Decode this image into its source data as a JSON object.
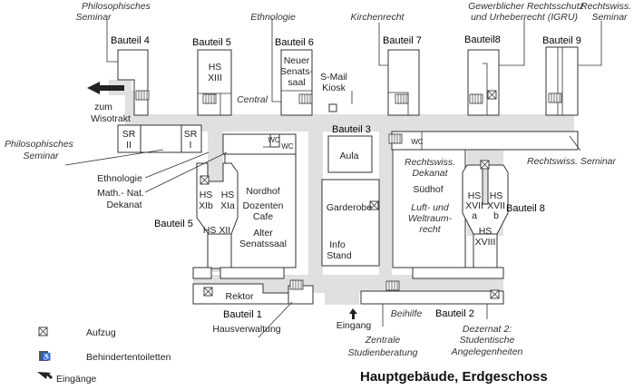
{
  "title": "Hauptgebäude, Erdgeschoss",
  "buildings": {
    "b1": "Bauteil 1",
    "b2": "Bauteil 2",
    "b3": "Bauteil 3",
    "b4": "Bauteil 4",
    "b5": "Bauteil 5",
    "b5b": "Bauteil 5",
    "b6": "Bauteil 6",
    "b7": "Bauteil 7",
    "b8": "Bauteil8",
    "b8b": "Bauteil 8",
    "b9": "Bauteil 9"
  },
  "rooms": {
    "hs13a": "HS",
    "hs13b": "XIII",
    "neuer1": "Neuer",
    "neuer2": "Senats-",
    "neuer3": "saal",
    "smail1": "S-Mail",
    "smail2": "Kiosk",
    "sr2a": "SR",
    "sr2b": "II",
    "sr1a": "SR",
    "sr1b": "I",
    "wc1": "WC",
    "wc2": "WC",
    "wc3": "WC",
    "aula": "Aula",
    "garderobe": "Garderobe",
    "info1": "Info",
    "info2": "Stand",
    "nordhof": "Nordhof",
    "doz1": "Dozenten",
    "doz2": "Cafe",
    "alt1": "Alter",
    "alt2": "Senatssaal",
    "hs11b1": "HS",
    "hs11b2": "XIb",
    "hs11a1": "HS",
    "hs11a2": "XIa",
    "hs12": "HS XII",
    "suedhof": "Südhof",
    "hs17a1": "HS",
    "hs17a2": "XVII",
    "hs17a3": "a",
    "hs17b1": "HS",
    "hs17b2": "XVII",
    "hs17b3": "b",
    "hs18a": "HS",
    "hs18b": "XVIII",
    "rektor": "Rektor",
    "wiso1": "zum",
    "wiso2": "Wisotrakt",
    "eingang": "Eingang",
    "ethno2": "Ethnologie",
    "mathnat1": "Math.- Nat.",
    "mathnat2": "Dekanat",
    "hausverw": "Hausverwaltung"
  },
  "callouts": {
    "philo_top1": "Philosophisches",
    "philo_top2": "Seminar",
    "ethno_top": "Ethnologie",
    "kirchen": "Kirchenrecht",
    "igru1": "Gewerblicher Rechtsschutz",
    "igru2": "und Urheberrecht (IGRU)",
    "rw_top1": "Rechtswiss.",
    "rw_top2": "Seminar",
    "central": "Central",
    "philo_left1": "Philosophisches",
    "philo_left2": "Seminar",
    "rw_dek1": "Rechtswiss.",
    "rw_dek2": "Dekanat",
    "luft1": "Luft- und",
    "luft2": "Weltraum-",
    "luft3": "recht",
    "rw_sem": "Rechtswiss. Seminar",
    "beihilfe": "Beihilfe",
    "zsb1": "Zentrale",
    "zsb2": "Studienberatung",
    "dez1": "Dezernat 2:",
    "dez2": "Studentische",
    "dez3": "Angelegenheiten"
  },
  "legend": [
    {
      "icon": "elevator-icon",
      "label": "Aufzug"
    },
    {
      "icon": "wheelchair-icon",
      "label": "Behindertentoiletten"
    },
    {
      "icon": "entrance-arrow-icon",
      "label": "Eingänge"
    }
  ],
  "colors": {
    "corridor": "#e0e0e0",
    "wall": "#333333"
  }
}
